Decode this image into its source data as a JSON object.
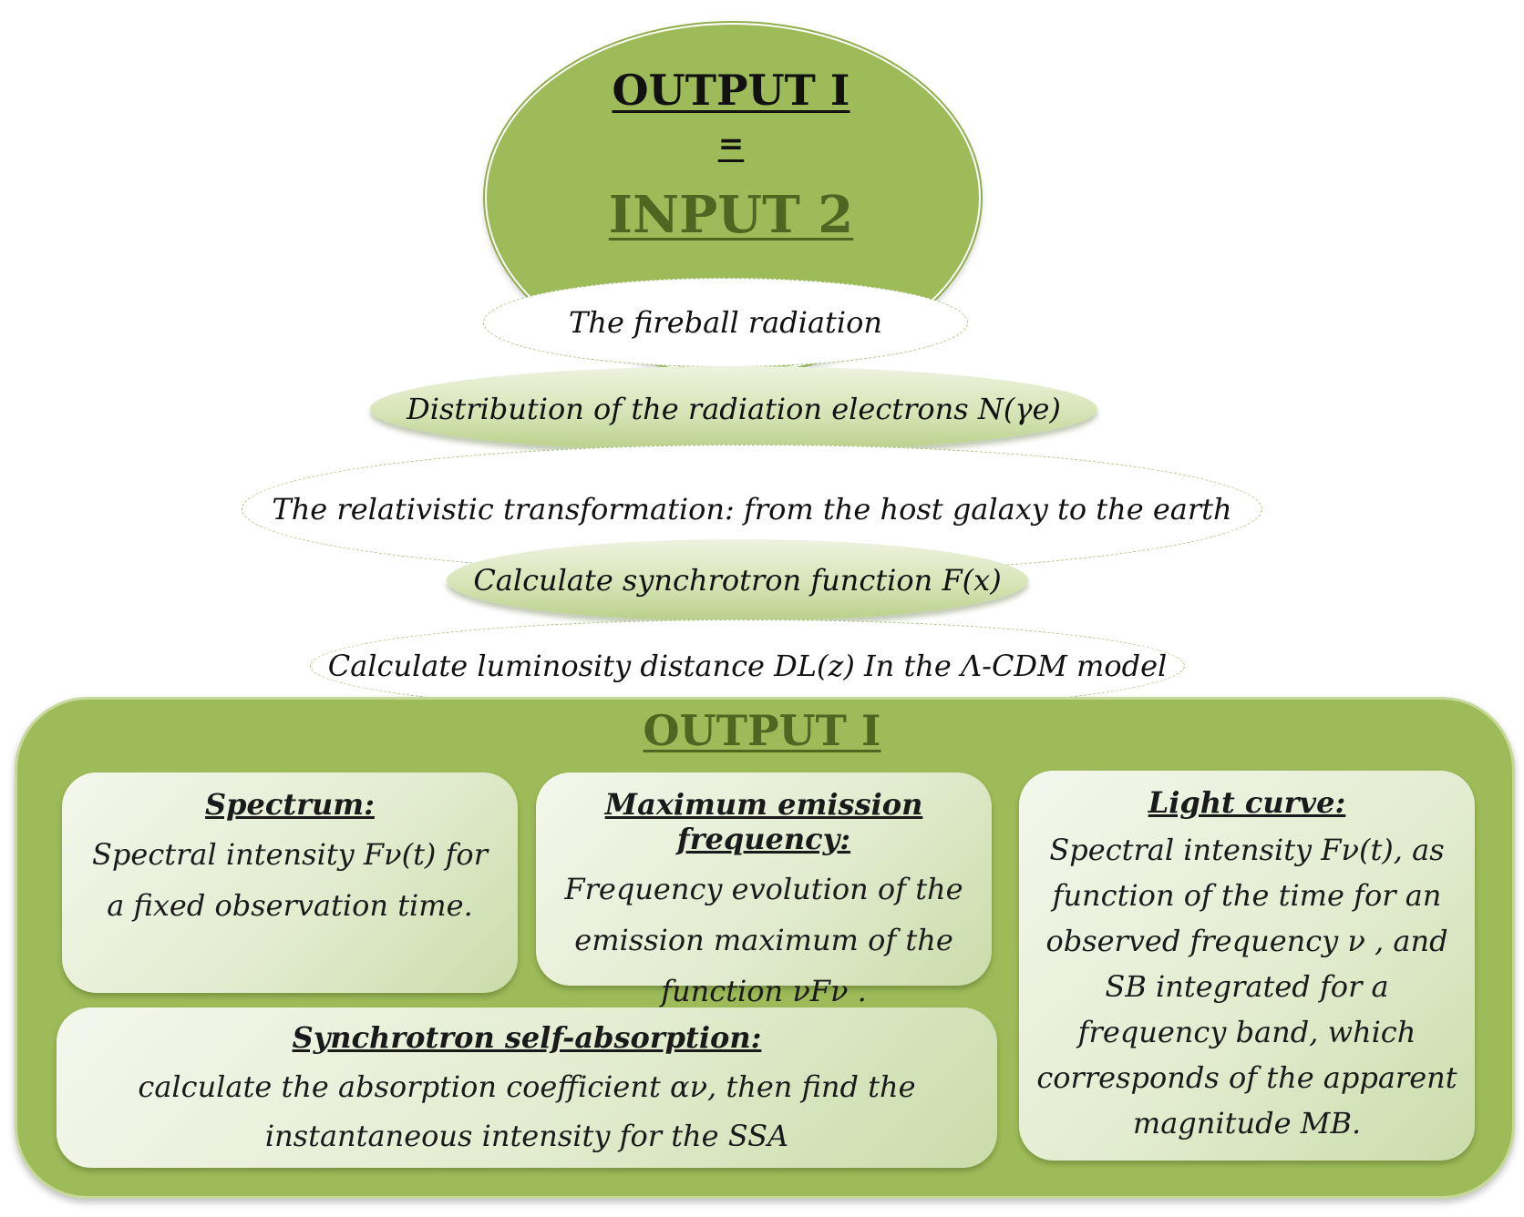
{
  "top": {
    "title_output": "OUTPUT I",
    "equals": "=",
    "title_input": "INPUT 2"
  },
  "steps": [
    {
      "label": "The fireball radiation"
    },
    {
      "label": "Distribution of the radiation electrons N(γe)"
    },
    {
      "label": "The relativistic transformation: from the host galaxy to the earth"
    },
    {
      "label": "Calculate synchrotron function F(x)"
    },
    {
      "label": "Calculate luminosity distance DL(z) In the Λ-CDM model"
    }
  ],
  "output_box": {
    "title": "OUTPUT I",
    "cards": {
      "spectrum": {
        "title": "Spectrum:",
        "body": "Spectral intensity Fν(t) for a fixed observation time."
      },
      "max_freq": {
        "title": "Maximum emission frequency:",
        "body": "Frequency evolution of the emission maximum of the function νFν ."
      },
      "light_curve": {
        "title": "Light curve:",
        "body": "Spectral intensity Fν(t), as function of the time for an observed frequency ν , and SB integrated for a frequency band, which corresponds of the apparent magnitude MB."
      },
      "ssa": {
        "title": "Synchrotron self-absorption:",
        "body": "calculate the absorption coefficient αν, then find the instantaneous intensity for the SSA"
      }
    }
  },
  "colors": {
    "green": "#9dbb58",
    "dark_green_text": "#4e6622",
    "card_light": "#e3ecd0"
  }
}
